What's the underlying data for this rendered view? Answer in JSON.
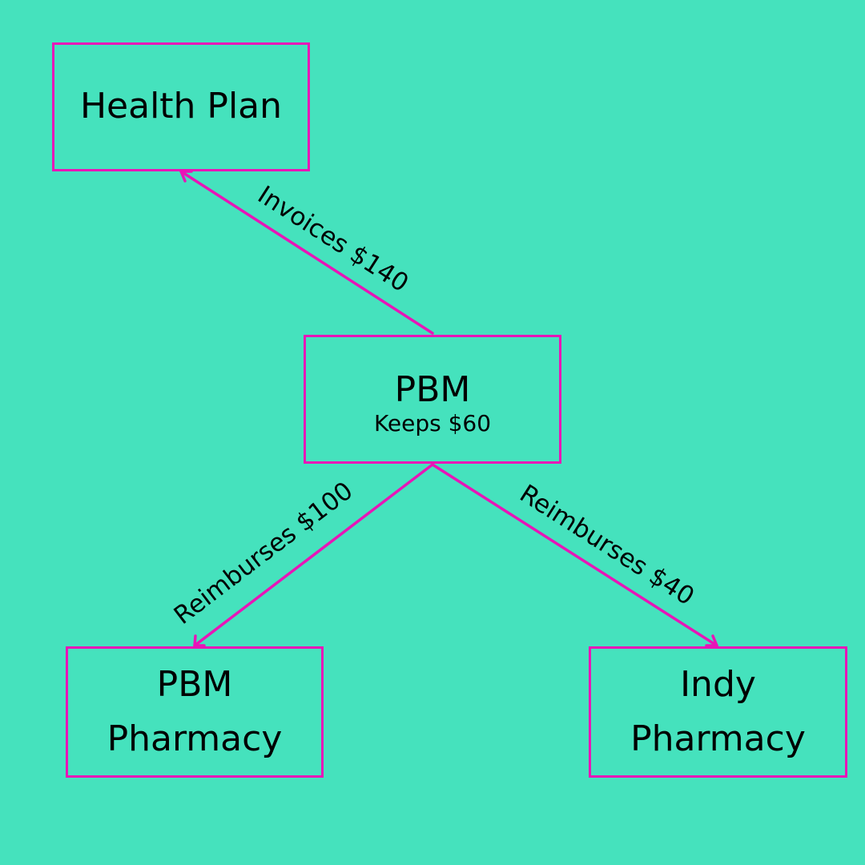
{
  "colors": {
    "background": "#45e2bd",
    "accent": "#e815b7",
    "text": "#000000"
  },
  "nodes": {
    "health_plan": {
      "label": "Health Plan"
    },
    "pbm": {
      "label": "PBM",
      "sublabel": "Keeps $60"
    },
    "pbm_pharmacy": {
      "line1": "PBM",
      "line2": "Pharmacy"
    },
    "indy_pharmacy": {
      "line1": "Indy",
      "line2": "Pharmacy"
    }
  },
  "edges": {
    "pbm_to_health_plan": {
      "label": "Invoices $140"
    },
    "pbm_to_pbm_pharmacy": {
      "label": "Reimburses $100"
    },
    "pbm_to_indy_pharmacy": {
      "label": "Reimburses $40"
    }
  }
}
